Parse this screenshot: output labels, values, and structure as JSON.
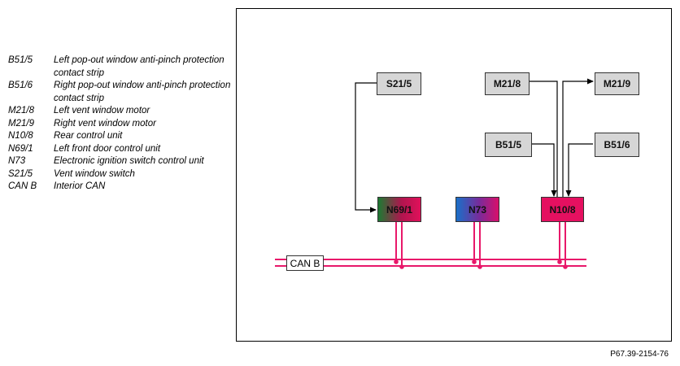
{
  "legend": [
    {
      "code": "B51/5",
      "desc": "Left pop-out window anti-pinch protection contact strip"
    },
    {
      "code": "B51/6",
      "desc": "Right pop-out window anti-pinch protection contact strip"
    },
    {
      "code": "M21/8",
      "desc": "Left vent window motor"
    },
    {
      "code": "M21/9",
      "desc": "Right vent window motor"
    },
    {
      "code": "N10/8",
      "desc": "Rear control unit"
    },
    {
      "code": "N69/1",
      "desc": "Left front door control unit"
    },
    {
      "code": "N73",
      "desc": "Electronic ignition switch control unit"
    },
    {
      "code": "S21/5",
      "desc": "Vent window switch"
    },
    {
      "code": "CAN B",
      "desc": "Interior CAN"
    }
  ],
  "diagram": {
    "components": {
      "s21_5": "S21/5",
      "m21_8": "M21/8",
      "m21_9": "M21/9",
      "b51_5": "B51/5",
      "b51_6": "B51/6",
      "n69_1": "N69/1",
      "n73": "N73",
      "n10_8": "N10/8"
    },
    "bus_label": "CAN B",
    "colors": {
      "bus": "#e8186a",
      "wire": "#000000",
      "box_grey": "#d6d6d6",
      "n10_8": "#e51060"
    }
  },
  "figure_ref": "P67.39-2154-76"
}
